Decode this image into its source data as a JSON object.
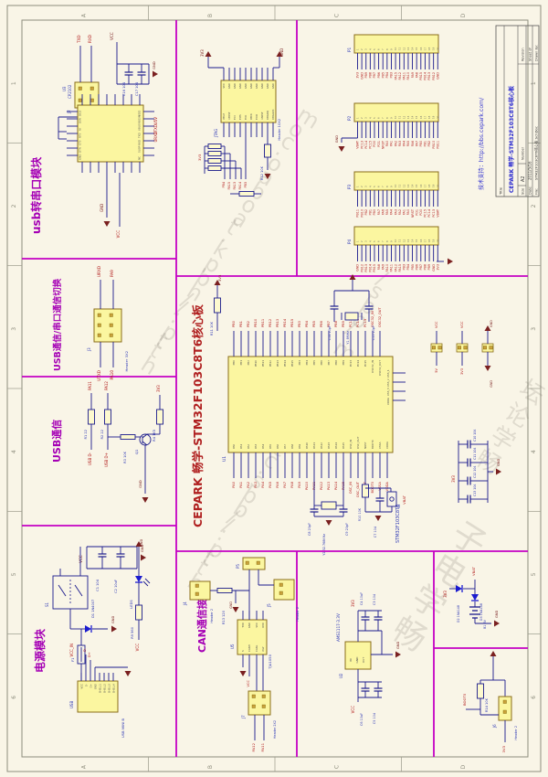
{
  "sheet": {
    "zones_v": [
      "1",
      "2",
      "3",
      "4",
      "5",
      "6"
    ],
    "zones_h": [
      "A",
      "B",
      "C",
      "D"
    ]
  },
  "watermarks": {
    "w1": "http://hbpk.taobao.com",
    "w2": "http://bbs.cepark.com/bbs/",
    "w3": "畅学电子",
    "w4": "畅学论坛"
  },
  "titleblock": {
    "support": "技术支持：http://bbs.cepark.com/",
    "title_label": "Title",
    "title": "CEPARK 畅学-STM32F103C8T6核心板",
    "size_label": "Size",
    "size": "A2",
    "number_label": "Number",
    "revision_label": "Revision",
    "date_label": "Date:",
    "date": "2011/5/16",
    "sheet_label": "Sheet of",
    "file_label": "File:",
    "file": "STM32F103C8T6核心板.SchDoc",
    "drawn_label": "Drawn By:"
  },
  "usb_serial": {
    "title": "usb转串口模块",
    "chip_ref": "U3",
    "chip_value": "CP2102",
    "jumper_ref": "J2",
    "j2_top": [
      "TXD",
      "RXD"
    ],
    "left_pins": [
      "DCD",
      "DSR",
      "RI",
      "RTS",
      "CTS",
      "DTR",
      "GND"
    ],
    "right_pins": [
      "VDD",
      "REGIN",
      "VBUS",
      "TXD",
      "RXD",
      "SUSP",
      "NC"
    ],
    "right_nets": [
      "U5V",
      "UTXD",
      "URXD"
    ],
    "c16": "C16 104",
    "c17": "C17 104",
    "vcc": "VCC",
    "gnd": "GND",
    "bot_gnd": "GND",
    "bot_vcc": "VCC"
  },
  "switch_sec": {
    "title": "USB通信/串口通信切换",
    "ref": "J3",
    "value": "Header 3X2",
    "top_nets": [
      "URXD",
      "PA9"
    ],
    "bottom_nets": [
      "UTXD",
      "PA10"
    ]
  },
  "usb_comm": {
    "title": "USB通信",
    "r1": "R1 22",
    "r2": "R2 22",
    "r3": "R3 10K",
    "r4": "R4 1K5",
    "q1": "Q1",
    "top_nets": [
      "PA11",
      "PA12"
    ],
    "bottom_nets": [
      "USB D-",
      "USB D+"
    ],
    "pullup": "3V3",
    "gnd": "GND"
  },
  "power": {
    "title": "电源模块",
    "c1": "C1 104",
    "c2": "C2 10uF",
    "s1": "S1",
    "d1": "D1 1N4007",
    "f1": "F1",
    "usb_ref": "USB",
    "usb_value": "USB MINI B",
    "usb_pins": [
      "VCC",
      "D-",
      "D+",
      "GND",
      "SHELL1",
      "SHELL2",
      "SHELL3",
      "SHELL4"
    ],
    "dp": "D+",
    "dm": "D-",
    "led": "LED1",
    "r9": "R9 560",
    "vcc": "VCC",
    "vcc_in": "VCC_IN",
    "gnd": "GND"
  },
  "jtag": {
    "ref": "JTAG",
    "value": "Header 10X2",
    "pwr": "3V3",
    "gnd": "GND",
    "top_pins": [
      "VCC",
      "GND",
      "GND",
      "GND",
      "GND",
      "GND",
      "GND",
      "GND",
      "GND",
      "GND"
    ],
    "bottom_pins": [
      "VTref",
      "nTRST",
      "TDI",
      "TMS",
      "TCK",
      "RTCK",
      "TDO",
      "nSRST",
      "DBGRQ",
      "DBGACK"
    ],
    "nets": [
      "PB4",
      "PA15",
      "PA13",
      "PA14",
      "PB3"
    ],
    "rnet": "3V3",
    "r12": "R12 10K"
  },
  "headers": {
    "gnd": "GND",
    "p1": {
      "ref": "P1",
      "pins": [
        "3V3",
        "GND",
        "PB9",
        "PB8",
        "PB7",
        "PB6",
        "PB5",
        "PB4",
        "PB3",
        "PA15",
        "PA12",
        "PA11",
        "PA10",
        "PA9",
        "PA8",
        "PB15",
        "PB14",
        "PB13",
        "PB12",
        "GND"
      ]
    },
    "p2": {
      "ref": "P2",
      "pins": [
        "VBAT",
        "PC13",
        "PC14",
        "PC15",
        "PD0",
        "PD1",
        "NRST",
        "PA0",
        "PA1",
        "PA2",
        "PA3",
        "PA4",
        "PA5",
        "PA6",
        "PA7",
        "PB0",
        "PB1",
        "PB2",
        "PB10",
        "PB11"
      ]
    },
    "p3": {
      "ref": "P3",
      "pins": [
        "PB11",
        "PB10",
        "PB2",
        "PB1",
        "PB0",
        "PA7",
        "PA6",
        "PA5",
        "PA4",
        "PA3",
        "PA2",
        "PA1",
        "PA0",
        "NRST",
        "PD1",
        "PD0",
        "PC15",
        "PC14",
        "PC13",
        "VBAT"
      ]
    },
    "p4": {
      "ref": "P4",
      "pins": [
        "GND",
        "PB12",
        "PB13",
        "PB14",
        "PB15",
        "PA8",
        "PA9",
        "PA10",
        "PA11",
        "PA12",
        "PA15",
        "PB3",
        "PB4",
        "PB5",
        "PB6",
        "PB7",
        "PB8",
        "PB9",
        "GND",
        "3V3"
      ]
    }
  },
  "mcu": {
    "section_title": "CEPARK 畅学-STM32F103C8T6核心板",
    "ref": "U1",
    "value": "STM32F103C8T6",
    "r11": "R11 10K",
    "r11_net": "3V3",
    "top_nets": [
      "PB0",
      "PB1",
      "PB2",
      "PB10",
      "PB11",
      "PB12",
      "PB13",
      "PB14",
      "PB15",
      "PB3",
      "PB4",
      "PB5",
      "PB6",
      "PB7",
      "PB8",
      "PB9",
      "PC13",
      "PC14",
      "PC15",
      "OSC32_IN",
      "OSC32_OUT"
    ],
    "bottom_nets": [
      "PA0",
      "PA1",
      "PA2",
      "PA3",
      "PA4",
      "PA5",
      "PA6",
      "PA7",
      "PA8",
      "PA9",
      "PA10",
      "PA11",
      "PA12",
      "PA13",
      "PA14",
      "PA15",
      "OSC_IN",
      "OSC_OUT",
      "NRST",
      "BOOT0",
      "VSSA",
      "VDDA"
    ],
    "right_pins": [
      "VSS_1",
      "VSS_2",
      "VSS_3",
      "VDDA"
    ],
    "y1": "Y1 8MHz",
    "c14": "C14 20pF",
    "c15": "C15 20pF",
    "y2": "Y2 32.768KHz",
    "c8": "C8 20pF",
    "c9": "C9 20pF",
    "r10": "R10 10K",
    "c7": "C7 104",
    "s2": "S2",
    "vbat": "VBAT",
    "jp": [
      {
        "top": "VCC",
        "bottom": "5V"
      },
      {
        "top": "VCC",
        "bottom": "3V3"
      },
      {
        "top": "GND",
        "bottom": "GND"
      }
    ],
    "caps": [
      "C10 104",
      "C11 104",
      "C12 104",
      "C13 104"
    ],
    "cap_left": "3V3",
    "cap_right": "GND",
    "gnd": "GND"
  },
  "can": {
    "title": "CAN通信接口",
    "p5": "P5",
    "j4": "J4",
    "j4_val": "Header 2",
    "j5": "J5",
    "j5_val": "Header 2",
    "r13": "R13 120",
    "u5": "U5",
    "u5_val": "TJA1050",
    "u5_top": [
      "TXD",
      "GND",
      "VCC",
      "RXD"
    ],
    "u5_bot": [
      "S",
      "CANH",
      "CANL",
      "Vref"
    ],
    "j7": "J7",
    "j7_val": "Header 2X2",
    "nets": [
      "PA12",
      "PA11"
    ],
    "gnd": "GND",
    "vcc": "VCC"
  },
  "reg": {
    "ref": "U2",
    "value": "AMS1117-3.3V",
    "pins": [
      "IN",
      "GND",
      "OUT"
    ],
    "c3": "C3 104",
    "c4": "C4 10uF",
    "c5": "C5 104",
    "c6": "C6 10uF",
    "out_net": "3V3",
    "in_net": "VCC",
    "gnd": "GND"
  },
  "bat": {
    "d2": "D2 1N4148",
    "d3": "D3 1N4148",
    "b1": "B1 3V",
    "in_net": "3V3",
    "vbat": "VBAT",
    "gnd": "GND"
  },
  "boot": {
    "r14": "R14 10K",
    "j6": "J6",
    "j6_val": "Header 2",
    "net": "BOOT0",
    "bot_net": "3V3"
  }
}
